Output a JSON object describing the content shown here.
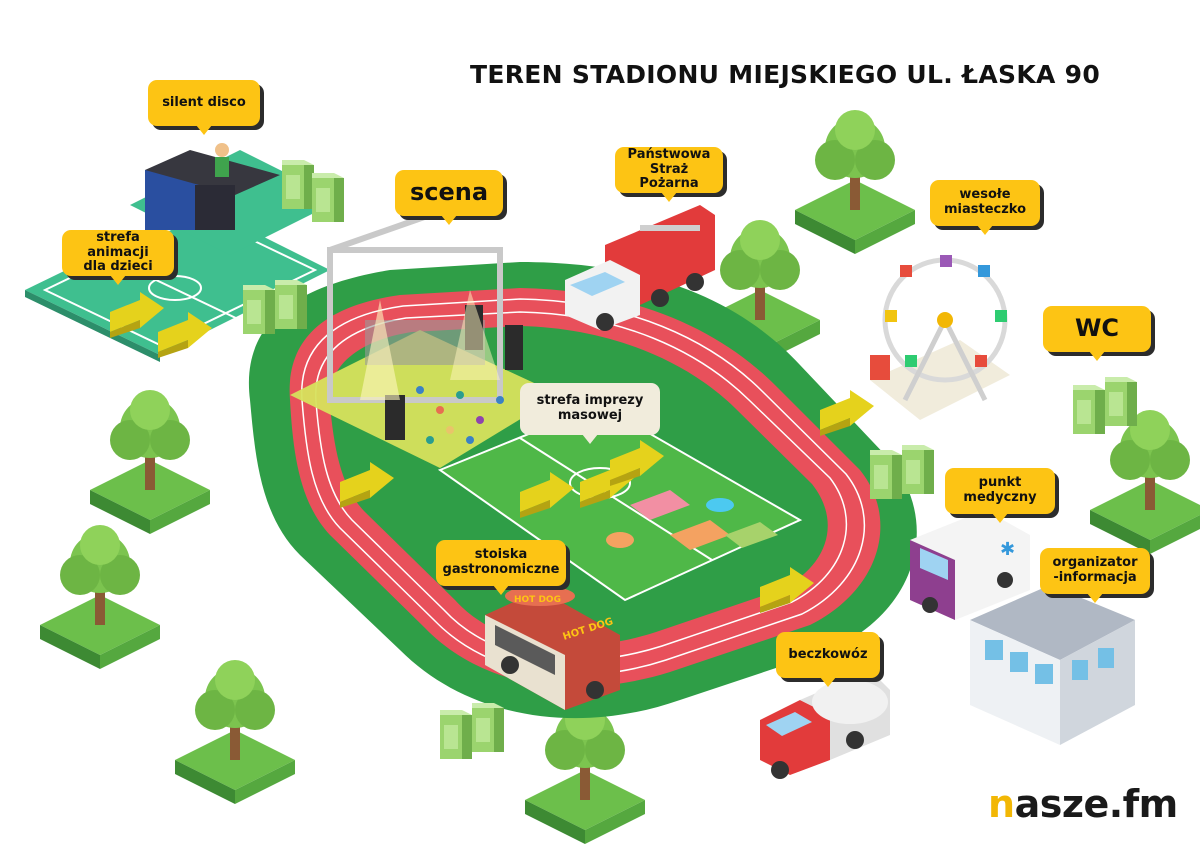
{
  "title": "TEREN STADIONU MIEJSKIEGO UL. ŁASKA 90",
  "labels": {
    "silent_disco": "silent disco",
    "strefa_animacji": "strefa animacji\ndla dzieci",
    "scena": "scena",
    "straz": "Państwowa\nStraż Pożarna",
    "wesole": "wesołe\nmiasteczko",
    "wc": "WC",
    "strefa_imprezy": "strefa imprezy\nmasowej",
    "punkt_medyczny": "punkt\nmedyczny",
    "organizator": "organizator\n-informacja",
    "stoiska": "stoiska\ngastronomiczne",
    "beczkowoz": "beczkowóz"
  },
  "truck_signs": {
    "hot_dog_roof": "HOT DOG",
    "hot_dog_side": "HOT DOG"
  },
  "logo": {
    "first_letter": "n",
    "rest": "asze.fm"
  },
  "colors": {
    "label_yellow": "#fdc414",
    "track_red": "#e8505b",
    "field_green": "#4fb848",
    "outer_green": "#2f9e47",
    "stage_yellow": "#d7e25d",
    "logo_yellow": "#f2b705"
  }
}
